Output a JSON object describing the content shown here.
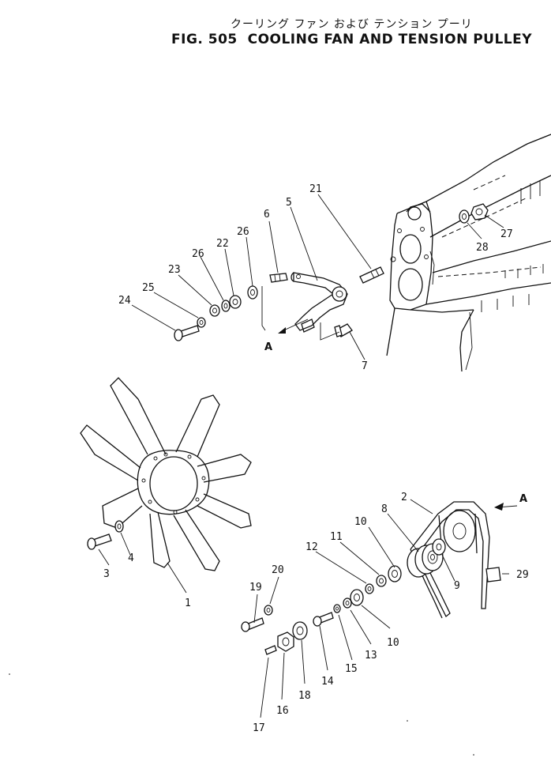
{
  "title": {
    "japanese": "クーリング ファン および テンション プーリ",
    "english": "FIG. 505  COOLING FAN AND TENSION PULLEY"
  },
  "view_marker": "A",
  "part_labels": {
    "p1": "1",
    "p2": "2",
    "p3": "3",
    "p4": "4",
    "p5": "5",
    "p6": "6",
    "p7": "7",
    "p8": "8",
    "p9": "9",
    "p10a": "10",
    "p10b": "10",
    "p11": "11",
    "p12": "12",
    "p13": "13",
    "p14": "14",
    "p15": "15",
    "p16": "16",
    "p17": "17",
    "p18": "18",
    "p19": "19",
    "p20": "20",
    "p21": "21",
    "p22": "22",
    "p23": "23",
    "p24": "24",
    "p25": "25",
    "p26a": "26",
    "p26b": "26",
    "p27": "27",
    "p28": "28",
    "p29": "29"
  }
}
